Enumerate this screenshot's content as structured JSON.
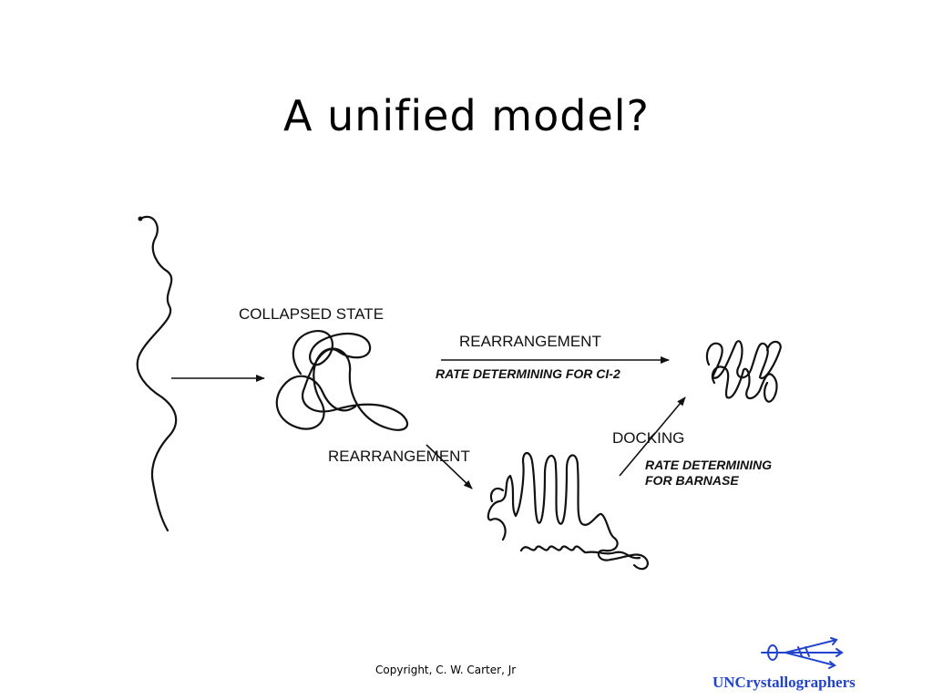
{
  "slide": {
    "title": "A unified model?",
    "copyright": "Copyright, C. W. Carter, Jr",
    "logo_text": "UNCrystallographers",
    "logo_icon": "crystal-arrows-icon",
    "accent_color": "#2244cc"
  },
  "diagram": {
    "labels": {
      "collapsed_state": "COLLAPSED STATE",
      "rearrangement_top": "REARRANGEMENT",
      "rate_ci2": "RATE DETERMINING FOR CI-2",
      "rearrangement_bottom": "REARRANGEMENT",
      "docking": "DOCKING",
      "rate_barnase_line1": "RATE DETERMINING",
      "rate_barnase_line2": "FOR BARNASE"
    }
  }
}
